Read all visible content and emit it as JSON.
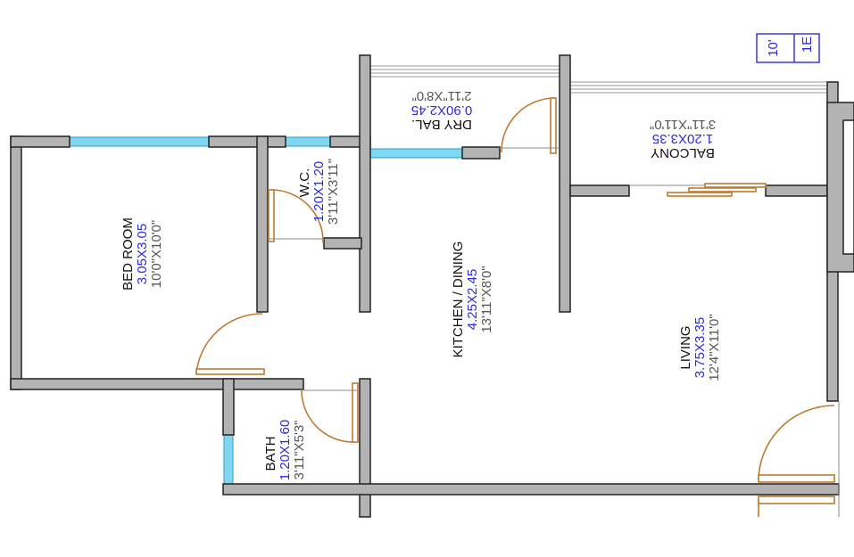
{
  "rooms": {
    "bedroom": {
      "name": "BED ROOM",
      "metric": "3.05X3.05",
      "imperial": "10'0\"X10'0\""
    },
    "wc": {
      "name": "W.C.",
      "metric": "1.20X1.20",
      "imperial": "3'11\"X3'11\""
    },
    "kitchen": {
      "name": "KITCHEN / DINING",
      "metric": "4.25X2.45",
      "imperial": "13'11\"X8'0\""
    },
    "living": {
      "name": "LIVING",
      "metric": "3.75X3.35",
      "imperial": "12'4\"X11'0\""
    },
    "bath": {
      "name": "BATH",
      "metric": "1.20X1.60",
      "imperial": "3'11\"X5'3\""
    },
    "dry_balcony": {
      "name": "DRY BAL.",
      "metric": "0.90X2.45",
      "imperial": "2'11\"X8'0\""
    },
    "balcony": {
      "name": "BALCONY",
      "metric": "1.20X3.35",
      "imperial": "3'11\"X11'0\""
    }
  },
  "corner_label": {
    "left": "10'",
    "right": "1E"
  },
  "colors": {
    "wall": "#b3b3b3",
    "window": "#7fd8f0",
    "door": "#c07a30",
    "metric_text": "#2a2ae0"
  }
}
